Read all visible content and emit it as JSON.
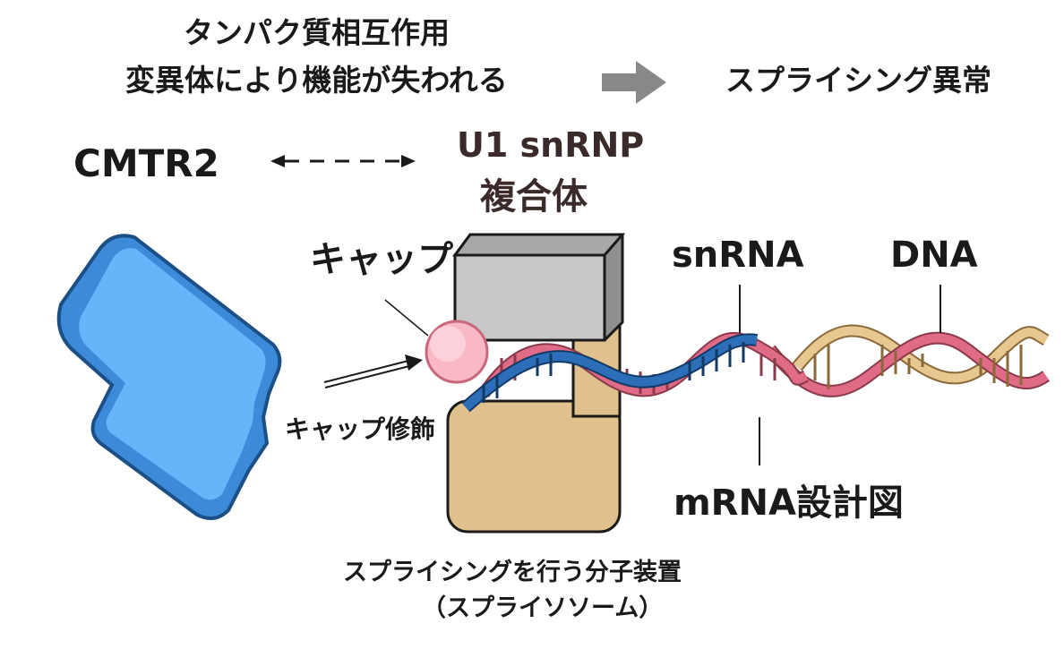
{
  "header": {
    "cause_line1": "タンパク質相互作用",
    "cause_line2": "変異体により機能が失われる",
    "effect": "スプライシング異常"
  },
  "labels": {
    "cmtr2": "CMTR2",
    "u1_snrnp": "U1 snRNP",
    "complex": "複合体",
    "cap": "キャップ",
    "snrna": "snRNA",
    "dna": "DNA",
    "cap_modification": "キャップ修飾",
    "mrna_blueprint": "mRNA設計図"
  },
  "caption": {
    "line1": "スプライシングを行う分子装置",
    "line2": "（スプライソソーム）"
  },
  "colors": {
    "cmtr2_fill": "#5aa9f0",
    "cmtr2_dark": "#3d8bd8",
    "cap_fill": "#f8b8c4",
    "block_gray": "#c4c4c4",
    "block_tan": "#e0c08c",
    "snrna_strand": "#2c6fb8",
    "mrna_strand": "#e06b86",
    "dna_strand": "#e8c890",
    "arrow_gray": "#888888"
  }
}
